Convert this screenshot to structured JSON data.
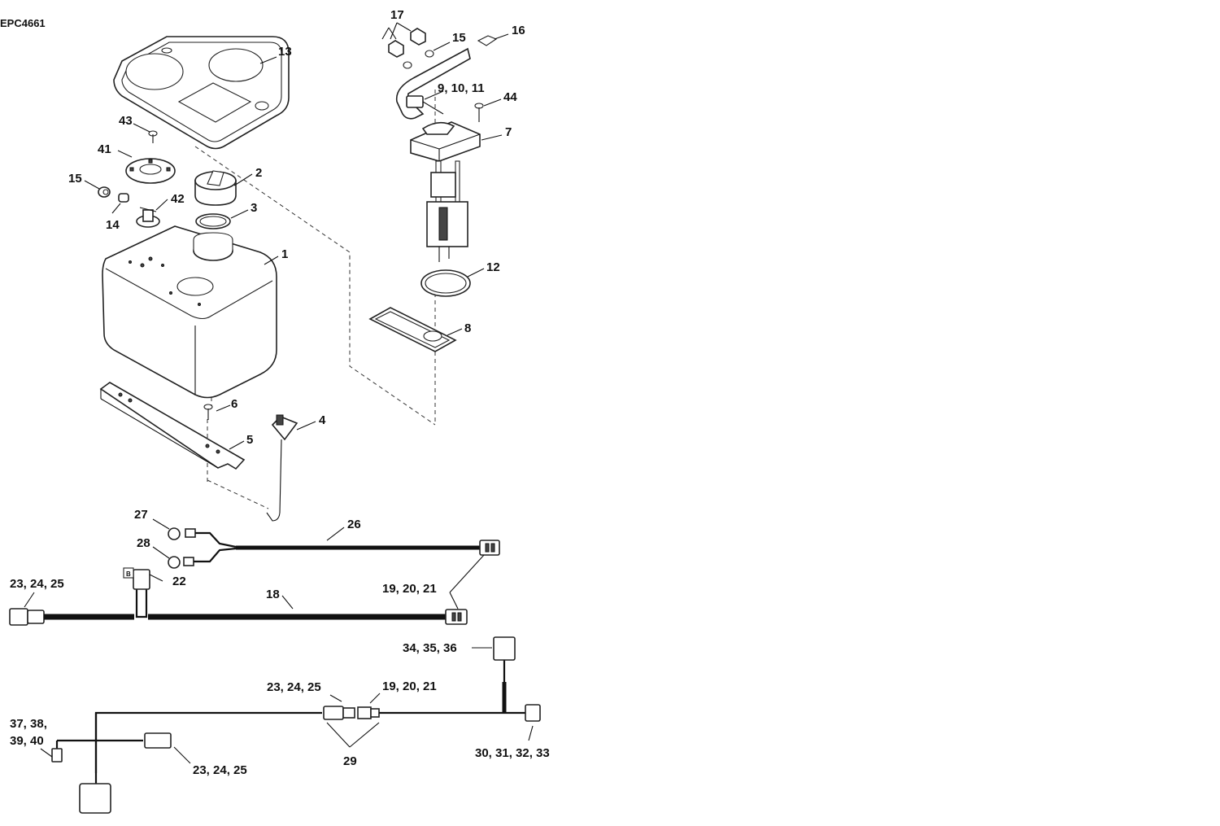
{
  "diagram": {
    "ref_code": "EPC4661",
    "callouts": [
      {
        "id": "c1",
        "text": "1"
      },
      {
        "id": "c2",
        "text": "2"
      },
      {
        "id": "c3",
        "text": "3"
      },
      {
        "id": "c4",
        "text": "4"
      },
      {
        "id": "c5",
        "text": "5"
      },
      {
        "id": "c6",
        "text": "6"
      },
      {
        "id": "c7",
        "text": "7"
      },
      {
        "id": "c8",
        "text": "8"
      },
      {
        "id": "c9",
        "text": "9, 10, 11"
      },
      {
        "id": "c12",
        "text": "12"
      },
      {
        "id": "c13",
        "text": "13"
      },
      {
        "id": "c14",
        "text": "14"
      },
      {
        "id": "c15a",
        "text": "15"
      },
      {
        "id": "c15b",
        "text": "15"
      },
      {
        "id": "c16",
        "text": "16"
      },
      {
        "id": "c17",
        "text": "17"
      },
      {
        "id": "c18",
        "text": "18"
      },
      {
        "id": "c19a",
        "text": "19, 20, 21"
      },
      {
        "id": "c19b",
        "text": "19, 20, 21"
      },
      {
        "id": "c22",
        "text": "22"
      },
      {
        "id": "c23a",
        "text": "23, 24, 25"
      },
      {
        "id": "c23b",
        "text": "23, 24, 25"
      },
      {
        "id": "c23c",
        "text": "23, 24, 25"
      },
      {
        "id": "c26",
        "text": "26"
      },
      {
        "id": "c27",
        "text": "27"
      },
      {
        "id": "c28",
        "text": "28"
      },
      {
        "id": "c29",
        "text": "29"
      },
      {
        "id": "c30",
        "text": "30, 31, 32, 33"
      },
      {
        "id": "c34",
        "text": "34, 35, 36"
      },
      {
        "id": "c37a",
        "text": "37, 38,"
      },
      {
        "id": "c37b",
        "text": "39, 40"
      },
      {
        "id": "c41",
        "text": "41"
      },
      {
        "id": "c42",
        "text": "42"
      },
      {
        "id": "c43",
        "text": "43"
      },
      {
        "id": "c44",
        "text": "44"
      }
    ]
  }
}
